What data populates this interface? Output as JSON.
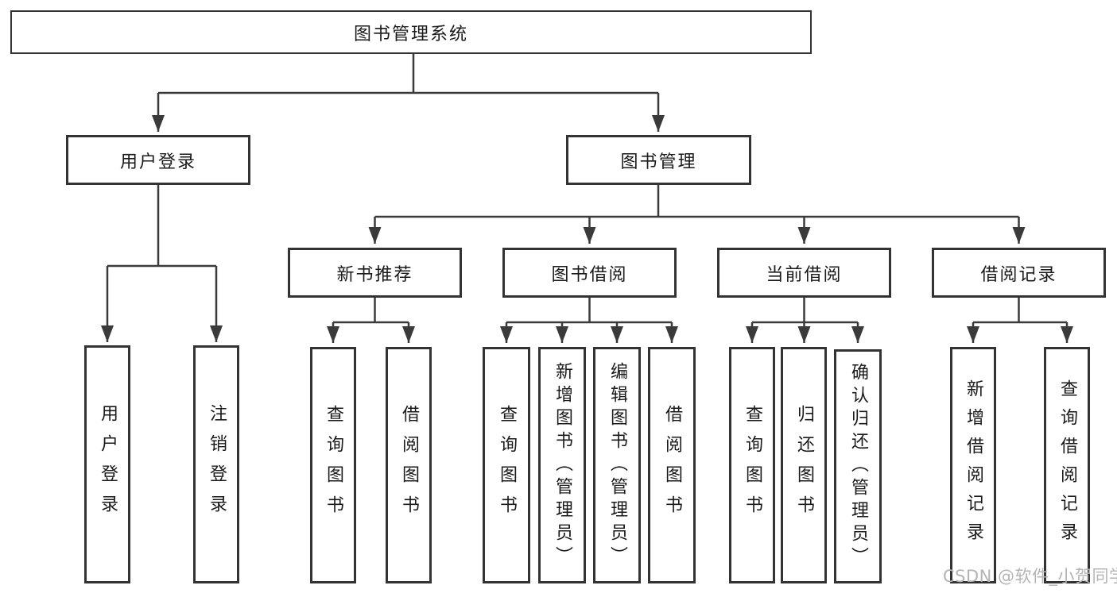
{
  "diagram": {
    "root": {
      "label": "图书管理系统"
    },
    "level2": {
      "user_login": {
        "label": "用户登录"
      },
      "book_mgmt": {
        "label": "图书管理"
      }
    },
    "level3": {
      "new_book_rec": {
        "label": "新书推荐"
      },
      "book_borrow": {
        "label": "图书借阅"
      },
      "current_borrow": {
        "label": "当前借阅"
      },
      "borrow_record": {
        "label": "借阅记录"
      }
    },
    "leaves": {
      "ul_login": {
        "label": "用户登录"
      },
      "ul_logout": {
        "label": "注销登录"
      },
      "nbr_query": {
        "label": "查询图书"
      },
      "nbr_borrow": {
        "label": "借阅图书"
      },
      "bb_query": {
        "label": "查询图书"
      },
      "bb_add": {
        "label": "新增图书（管理员）"
      },
      "bb_edit": {
        "label": "编辑图书（管理员）"
      },
      "bb_borrow": {
        "label": "借阅图书"
      },
      "cb_query": {
        "label": "查询图书"
      },
      "cb_return": {
        "label": "归还图书"
      },
      "cb_confirm": {
        "label": "确认归还（管理员）"
      },
      "br_add": {
        "label": "新增借阅记录"
      },
      "br_query": {
        "label": "查询借阅记录"
      }
    }
  },
  "watermark": {
    "text": "CSDN @软件_小贺同学"
  },
  "colors": {
    "line": "#3a3a3a",
    "border": "#333333",
    "text": "#1a1a1a",
    "watermark": "#b4b4b4",
    "background": "#ffffff"
  }
}
